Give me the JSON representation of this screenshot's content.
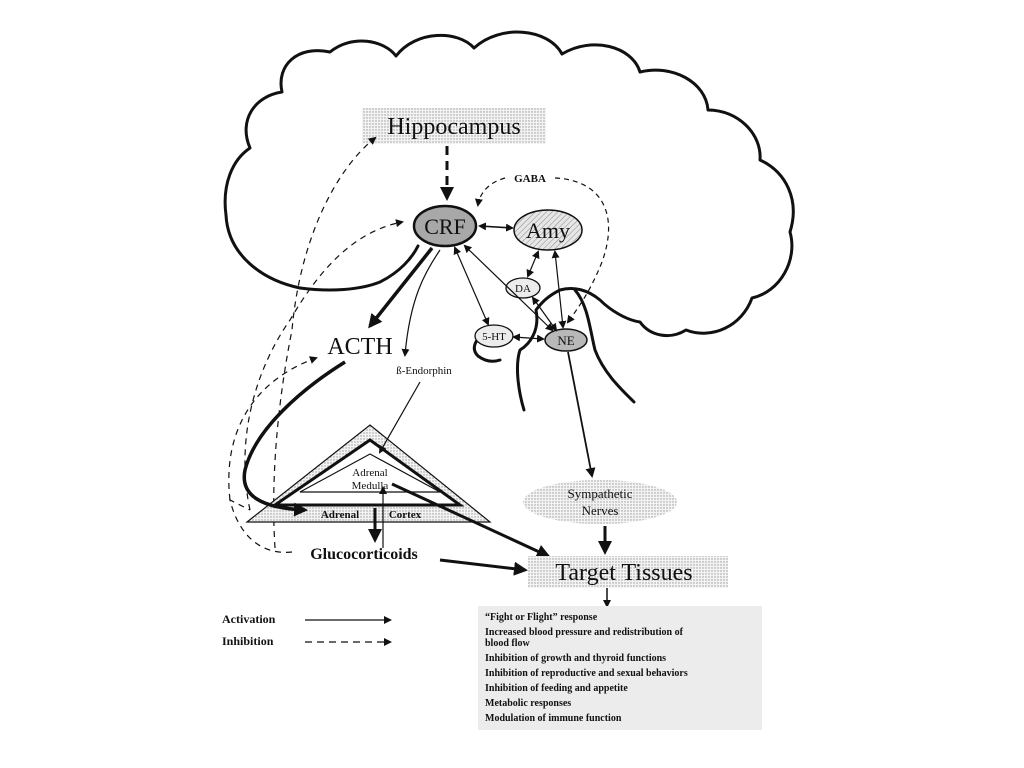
{
  "nodes": {
    "hippocampus": "Hippocampus",
    "gaba": "GABA",
    "crf": "CRF",
    "amy": "Amy",
    "da": "DA",
    "five_ht": "5-HT",
    "ne": "NE",
    "acth": "ACTH",
    "b_endorphin": "ß-Endorphin",
    "adrenal_medulla_1": "Adrenal",
    "adrenal_medulla_2": "Medulla",
    "adrenal_cortex_1": "Adrenal",
    "adrenal_cortex_2": "Cortex",
    "sympathetic_1": "Sympathetic",
    "sympathetic_2": "Nerves",
    "glucocorticoids": "Glucocorticoids",
    "target_tissues": "Target Tissues"
  },
  "legend": {
    "activation": "Activation",
    "inhibition": "Inhibition"
  },
  "effects": [
    "“Fight or Flight” response",
    "Increased blood pressure and redistribution of",
    "blood flow",
    "Inhibition of growth and thyroid functions",
    "Inhibition of reproductive and sexual behaviors",
    "Inhibition of feeding and appetite",
    "Metabolic responses",
    "Modulation of immune function"
  ]
}
